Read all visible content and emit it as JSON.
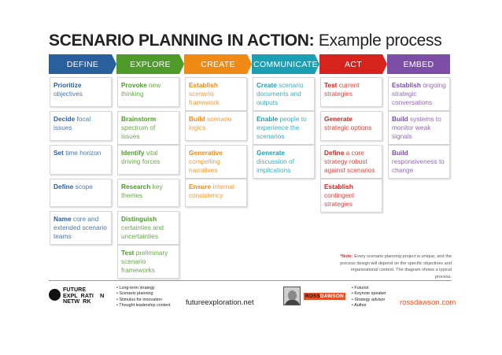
{
  "title": {
    "bold": "SCENARIO PLANNING IN ACTION:",
    "rest": " Example process"
  },
  "phases": [
    {
      "label": "DEFINE",
      "color": "#2a5f9e"
    },
    {
      "label": "EXPLORE",
      "color": "#4e9a2a"
    },
    {
      "label": "CREATE",
      "color": "#ef8a14"
    },
    {
      "label": "COMMUNICATE",
      "color": "#1aa0b2"
    },
    {
      "label": "ACT",
      "color": "#d6231b"
    },
    {
      "label": "EMBED",
      "color": "#7d4ea6"
    }
  ],
  "columns": [
    {
      "kw_color": "#2a5f9e",
      "cards": [
        {
          "kw": "Prioritize",
          "rest": " objectives"
        },
        {
          "kw": "Decide",
          "rest": " focal issues"
        },
        {
          "kw": "Set",
          "rest": " time horizon"
        },
        {
          "kw": "Define",
          "rest": " scope"
        },
        {
          "kw": "Name",
          "rest": " core and extended scenario teams"
        }
      ]
    },
    {
      "kw_color": "#4e9a2a",
      "cards": [
        {
          "kw": "Provoke",
          "rest": " new thinking"
        },
        {
          "kw": "Brainstorm",
          "rest": " spectrum of issues"
        },
        {
          "kw": "Identify",
          "rest": " vital driving forces"
        },
        {
          "kw": "Research",
          "rest": " key themes"
        },
        {
          "kw": "Distinguish",
          "rest": " certainties and uncertainties"
        },
        {
          "kw": "Test",
          "rest": " preliminary scenario frameworks"
        }
      ]
    },
    {
      "kw_color": "#ef8a14",
      "cards": [
        {
          "kw": "Establish",
          "rest": " scenario framework"
        },
        {
          "kw": "Build",
          "rest": " scenario logics"
        },
        {
          "kw": "Generative",
          "rest": " compelling narratives"
        },
        {
          "kw": "Ensure",
          "rest": " internal consistency"
        }
      ]
    },
    {
      "kw_color": "#1aa0b2",
      "cards": [
        {
          "kw": "Create",
          "rest": " scenario documents and outputs"
        },
        {
          "kw": "Enable",
          "rest": " people to experience the scenarios"
        },
        {
          "kw": "Generate",
          "rest": " discussion of implications"
        }
      ]
    },
    {
      "kw_color": "#d6231b",
      "cards": [
        {
          "kw": "Test",
          "rest": " current strategies"
        },
        {
          "kw": "Generate",
          "rest": " strategic options"
        },
        {
          "kw": "Define",
          "rest": " a core strategy robust against scenarios"
        },
        {
          "kw": "Establish",
          "rest": " contingent strategies"
        }
      ]
    },
    {
      "kw_color": "#7d4ea6",
      "cards": [
        {
          "kw": "Establish",
          "rest": " ongoing strategic conversations"
        },
        {
          "kw": "Build",
          "rest": " systems to monitor weak signals"
        },
        {
          "kw": "Build",
          "rest": " responsiveness to change"
        }
      ]
    }
  ],
  "note": {
    "star": "*Note:",
    "text": " Every scenario planning project is unique, and the process design will depend on the specific objectives and organizational context. The diagram shows a typical process."
  },
  "footer": {
    "fen_logo_text": "FUTURE\nEXPL  RATI\nNETW  RK",
    "fen_n": "N",
    "fen_bullets": [
      "Long-term strategy",
      "Scenario planning",
      "Stimulus for innovation",
      "Thought leadership content"
    ],
    "fen_site": "futureexploration.net",
    "rd_brand_a": "ROSS",
    "rd_brand_b": "DAWSON",
    "rd_bullets": [
      "Futurist",
      "Keynote speaker",
      "Strategy advisor",
      "Author"
    ],
    "rd_site": "rossdawson.com"
  }
}
